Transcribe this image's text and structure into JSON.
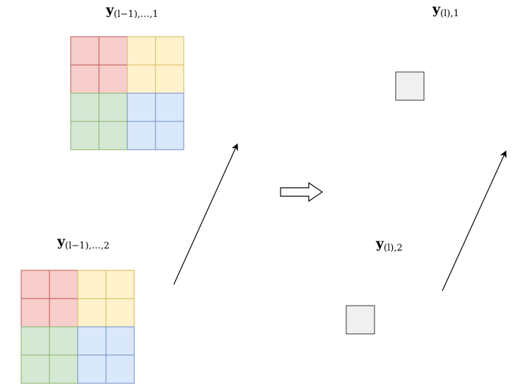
{
  "labels": {
    "top_left": {
      "main": "y",
      "sub": "(l−1),…,1"
    },
    "bottom_left": {
      "main": "y",
      "sub": "(l−1),…,2"
    },
    "top_right": {
      "main": "y",
      "sub": "(l),1"
    },
    "bottom_right": {
      "main": "y",
      "sub": "(l),2"
    }
  },
  "colors": {
    "red_fill": "#f8cecc",
    "red_stroke": "#b85450",
    "yellow_fill": "#fff2cc",
    "yellow_stroke": "#d6b656",
    "green_fill": "#d5e8d4",
    "green_stroke": "#82b366",
    "blue_fill": "#dae8fc",
    "blue_stroke": "#6c8ebf",
    "gray_fill": "#f0f0f0",
    "gray_stroke": "#333333"
  },
  "grid": {
    "rows": 4,
    "cols": 4,
    "quadrants": [
      "red",
      "yellow",
      "green",
      "blue"
    ]
  }
}
